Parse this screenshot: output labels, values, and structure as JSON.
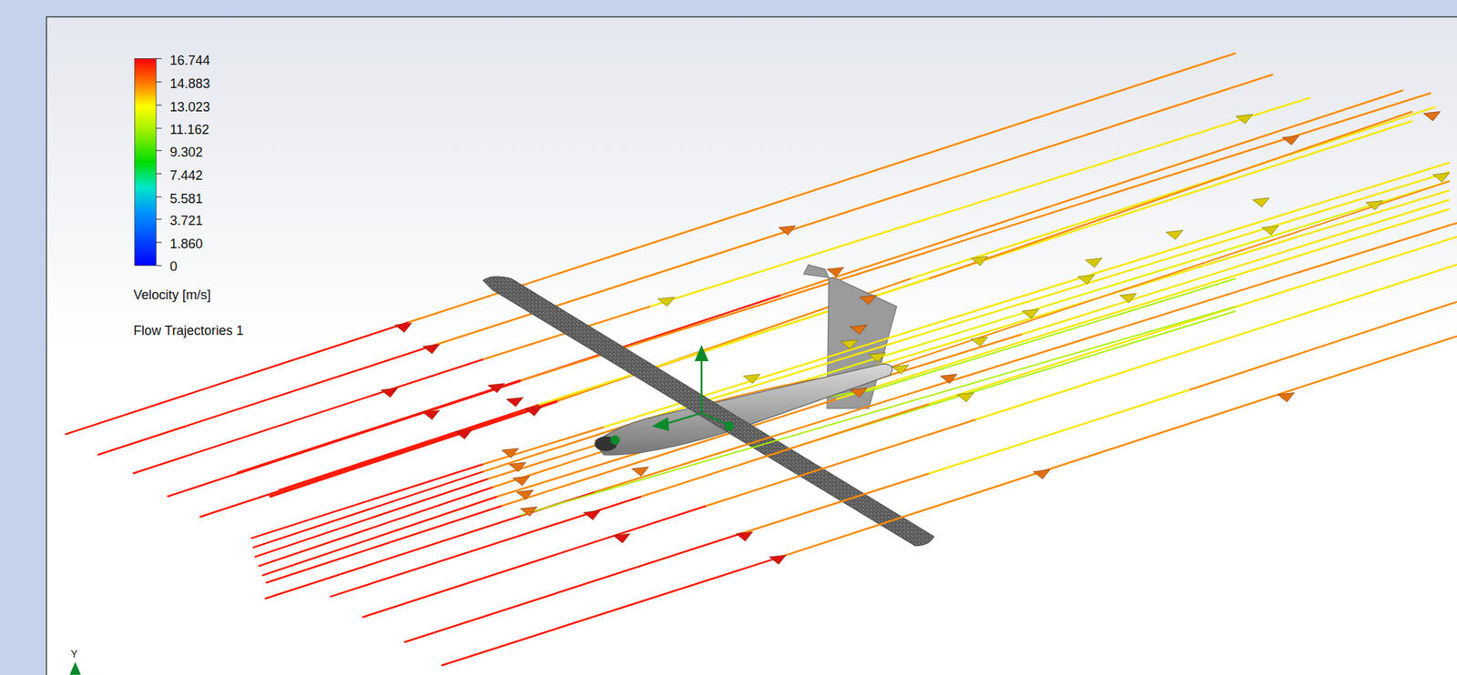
{
  "diagram": {
    "labels": [
      "16.744",
      "14.883",
      "13.023",
      "11.162",
      "9.302",
      "7.442",
      "5.581",
      "3.721",
      "1.860",
      "0",
      "Velocity [m/s]",
      "Flow Trajectories 1",
      "Y"
    ]
  }
}
